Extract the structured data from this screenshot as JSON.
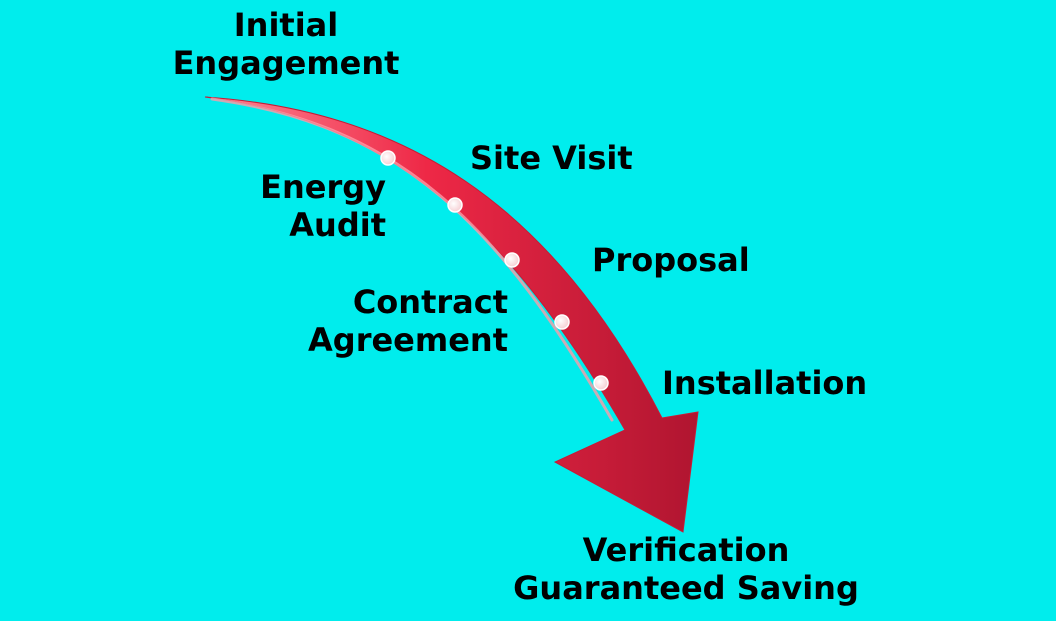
{
  "colors": {
    "background": "#00eded",
    "arrow_fill": "#ee2846",
    "arrow_highlight": "#ff8795",
    "arrow_shadow": "#b01530",
    "dot": "#f6d0d4",
    "text": "#000000"
  },
  "steps": [
    {
      "lines": [
        "Initial",
        "Engagement"
      ]
    },
    {
      "lines": [
        "Site Visit"
      ]
    },
    {
      "lines": [
        "Energy",
        "Audit"
      ]
    },
    {
      "lines": [
        "Proposal"
      ]
    },
    {
      "lines": [
        "Contract",
        "Agreement"
      ]
    },
    {
      "lines": [
        "Installation"
      ]
    },
    {
      "lines": [
        "Verification",
        "Guaranteed Saving"
      ]
    }
  ]
}
